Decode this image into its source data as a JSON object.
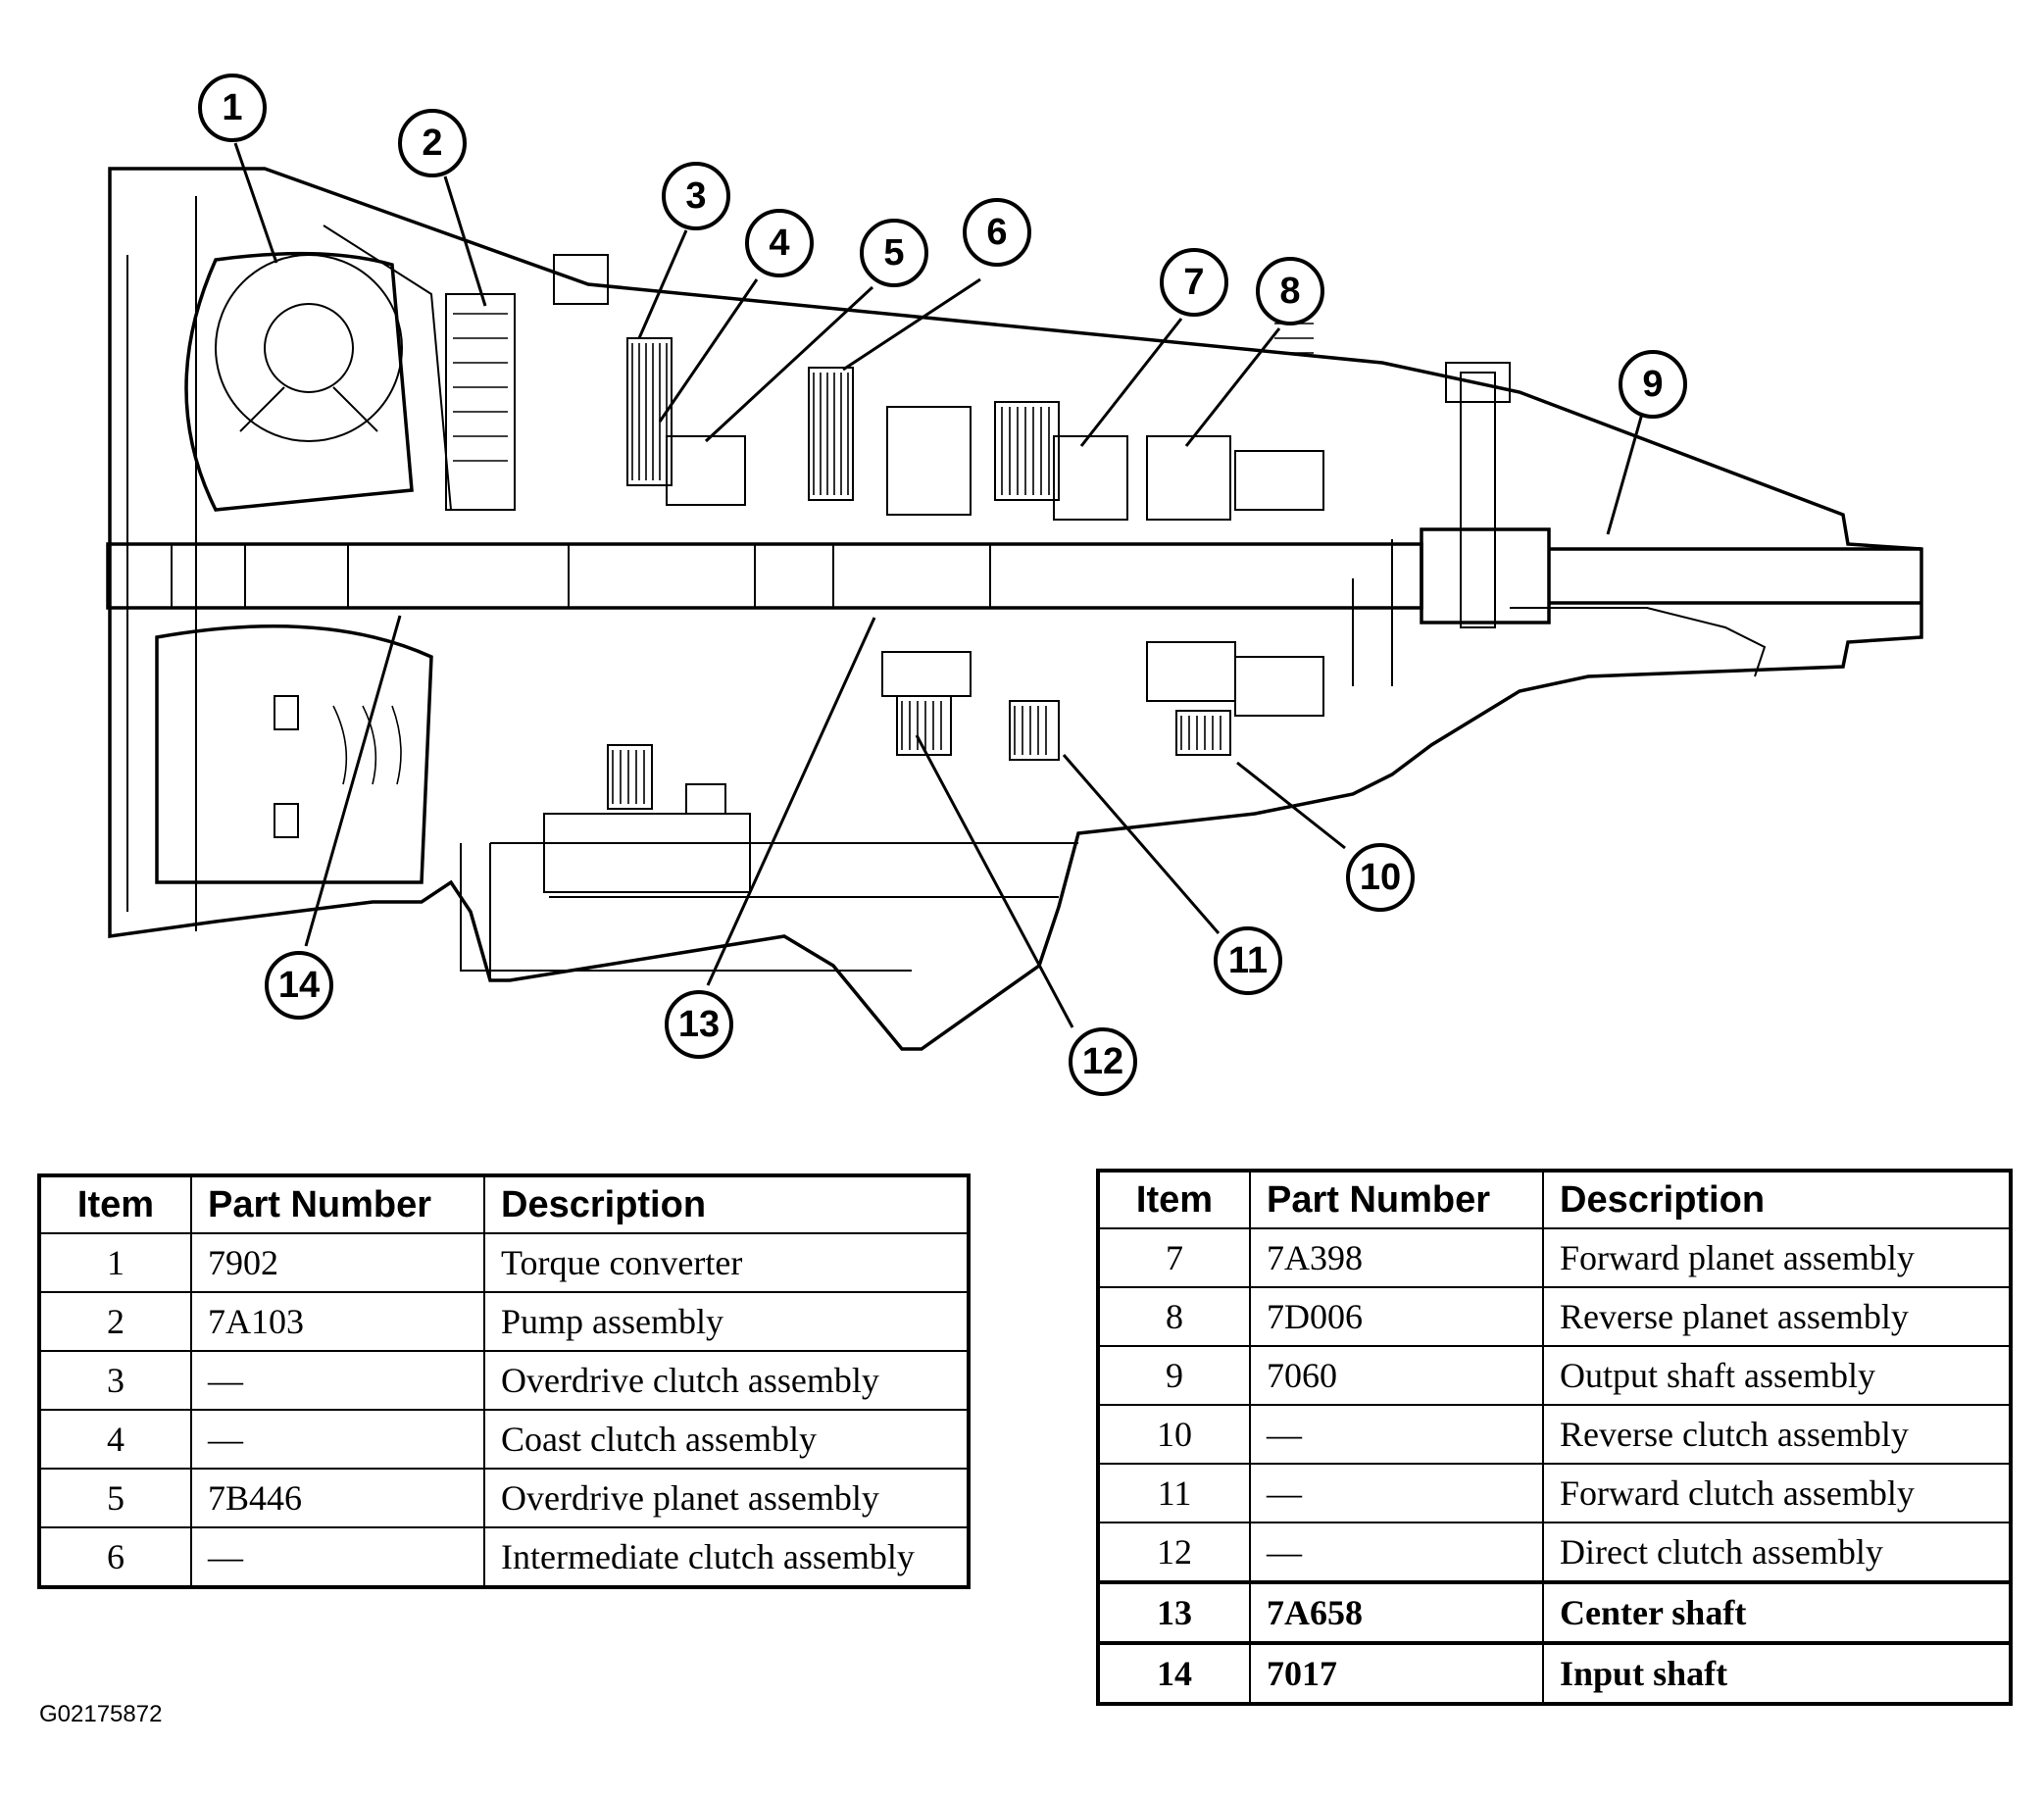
{
  "diagram": {
    "callouts": [
      "1",
      "2",
      "3",
      "4",
      "5",
      "6",
      "7",
      "8",
      "9",
      "10",
      "11",
      "12",
      "13",
      "14"
    ]
  },
  "table_left": {
    "headers": [
      "Item",
      "Part Number",
      "Description"
    ],
    "rows": [
      [
        "1",
        "7902",
        "Torque converter"
      ],
      [
        "2",
        "7A103",
        "Pump assembly"
      ],
      [
        "3",
        "—",
        "Overdrive clutch assembly"
      ],
      [
        "4",
        "—",
        "Coast clutch assembly"
      ],
      [
        "5",
        "7B446",
        "Overdrive planet assembly"
      ],
      [
        "6",
        "—",
        "Intermediate clutch assembly"
      ]
    ]
  },
  "table_right": {
    "headers": [
      "Item",
      "Part Number",
      "Description"
    ],
    "rows": [
      [
        "7",
        "7A398",
        "Forward planet assembly"
      ],
      [
        "8",
        "7D006",
        "Reverse planet assembly"
      ],
      [
        "9",
        "7060",
        "Output shaft assembly"
      ],
      [
        "10",
        "—",
        "Reverse clutch assembly"
      ],
      [
        "11",
        "—",
        "Forward clutch assembly"
      ],
      [
        "12",
        "—",
        "Direct clutch assembly"
      ],
      [
        "13",
        "7A658",
        "Center shaft"
      ],
      [
        "14",
        "7017",
        "Input shaft"
      ]
    ]
  },
  "figure_id": "G02175872"
}
